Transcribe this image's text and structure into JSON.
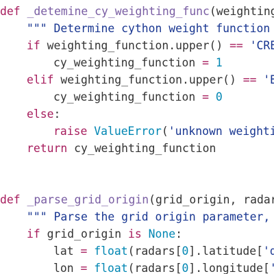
{
  "editor": {
    "lines": [
      {
        "indent": 0,
        "tokens": [
          {
            "t": "kw",
            "v": "def"
          },
          {
            "t": "txt",
            "v": " "
          },
          {
            "t": "fn",
            "v": "_detemine_cy_weighting_func"
          },
          {
            "t": "txt",
            "v": "(weighting_f"
          }
        ]
      },
      {
        "indent": 1,
        "tokens": [
          {
            "t": "str",
            "v": "\"\"\" Determine cython weight function va"
          }
        ]
      },
      {
        "indent": 1,
        "tokens": [
          {
            "t": "kw",
            "v": "if"
          },
          {
            "t": "txt",
            "v": " weighting_function.upper() "
          },
          {
            "t": "kw",
            "v": "=="
          },
          {
            "t": "txt",
            "v": " "
          },
          {
            "t": "str",
            "v": "'CRESSM"
          }
        ]
      },
      {
        "indent": 2,
        "tokens": [
          {
            "t": "txt",
            "v": "cy_weighting_function "
          },
          {
            "t": "kw",
            "v": "="
          },
          {
            "t": "txt",
            "v": " "
          },
          {
            "t": "num",
            "v": "1"
          }
        ]
      },
      {
        "indent": 1,
        "tokens": [
          {
            "t": "kw",
            "v": "elif"
          },
          {
            "t": "txt",
            "v": " weighting_function.upper() "
          },
          {
            "t": "kw",
            "v": "=="
          },
          {
            "t": "txt",
            "v": " "
          },
          {
            "t": "str",
            "v": "'BAR"
          }
        ]
      },
      {
        "indent": 2,
        "tokens": [
          {
            "t": "txt",
            "v": "cy_weighting_function "
          },
          {
            "t": "kw",
            "v": "="
          },
          {
            "t": "txt",
            "v": " "
          },
          {
            "t": "num",
            "v": "0"
          }
        ]
      },
      {
        "indent": 1,
        "tokens": [
          {
            "t": "kw",
            "v": "else"
          },
          {
            "t": "txt",
            "v": ":"
          }
        ]
      },
      {
        "indent": 2,
        "tokens": [
          {
            "t": "kw",
            "v": "raise"
          },
          {
            "t": "txt",
            "v": " "
          },
          {
            "t": "bi",
            "v": "ValueError"
          },
          {
            "t": "txt",
            "v": "("
          },
          {
            "t": "str",
            "v": "'unknown weighting_"
          }
        ]
      },
      {
        "indent": 1,
        "tokens": [
          {
            "t": "kw",
            "v": "return"
          },
          {
            "t": "txt",
            "v": " cy_weighting_function"
          }
        ]
      },
      {
        "indent": 0,
        "tokens": []
      },
      {
        "indent": 0,
        "tokens": []
      },
      {
        "indent": 0,
        "tokens": [
          {
            "t": "kw",
            "v": "def"
          },
          {
            "t": "txt",
            "v": " "
          },
          {
            "t": "fn",
            "v": "_parse_grid_origin"
          },
          {
            "t": "txt",
            "v": "(grid_origin, radars)"
          }
        ]
      },
      {
        "indent": 1,
        "tokens": [
          {
            "t": "str",
            "v": "\"\"\" Parse the grid origin parameter, fi"
          }
        ]
      },
      {
        "indent": 1,
        "tokens": [
          {
            "t": "kw",
            "v": "if"
          },
          {
            "t": "txt",
            "v": " grid_origin "
          },
          {
            "t": "kw",
            "v": "is"
          },
          {
            "t": "txt",
            "v": " "
          },
          {
            "t": "bi",
            "v": "None"
          },
          {
            "t": "txt",
            "v": ":"
          }
        ]
      },
      {
        "indent": 2,
        "tokens": [
          {
            "t": "txt",
            "v": "lat "
          },
          {
            "t": "kw",
            "v": "="
          },
          {
            "t": "txt",
            "v": " "
          },
          {
            "t": "bi",
            "v": "float"
          },
          {
            "t": "txt",
            "v": "(radars["
          },
          {
            "t": "num",
            "v": "0"
          },
          {
            "t": "txt",
            "v": "].latitude["
          },
          {
            "t": "str",
            "v": "'dat"
          }
        ]
      },
      {
        "indent": 2,
        "tokens": [
          {
            "t": "txt",
            "v": "lon "
          },
          {
            "t": "kw",
            "v": "="
          },
          {
            "t": "txt",
            "v": " "
          },
          {
            "t": "bi",
            "v": "float"
          },
          {
            "t": "txt",
            "v": "(radars["
          },
          {
            "t": "num",
            "v": "0"
          },
          {
            "t": "txt",
            "v": "].longitude["
          },
          {
            "t": "str",
            "v": "'da"
          }
        ]
      }
    ]
  },
  "colors": {
    "background": "#ffffff",
    "keyword": "#a71d5d",
    "function_name": "#795da3",
    "string": "#183691",
    "number": "#0086b3",
    "builtin": "#0086b3",
    "text": "#333333"
  }
}
